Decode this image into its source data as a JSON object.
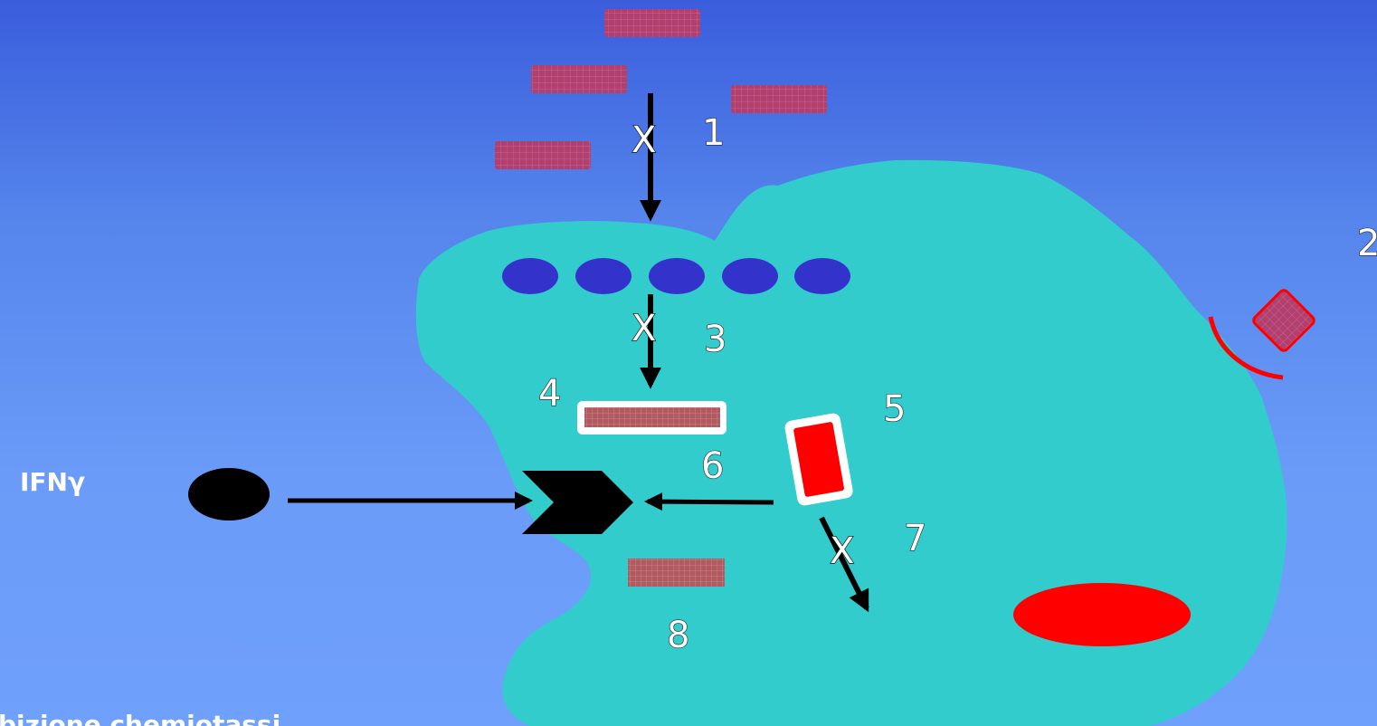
{
  "labels": {
    "n1": "1",
    "n2": "2",
    "n3": "3",
    "n4": "4",
    "n5": "5",
    "n6": "6",
    "n7": "7",
    "n8": "8",
    "x1": "X",
    "x3": "X",
    "x7": "X",
    "ifn": "IFNγ",
    "caption": "bizione chemiotassi"
  },
  "colors": {
    "cell": "#33cccc",
    "molecule": "#b04070",
    "receptor": "#3333cc",
    "red": "#ff0000",
    "arrow": "#000000"
  }
}
